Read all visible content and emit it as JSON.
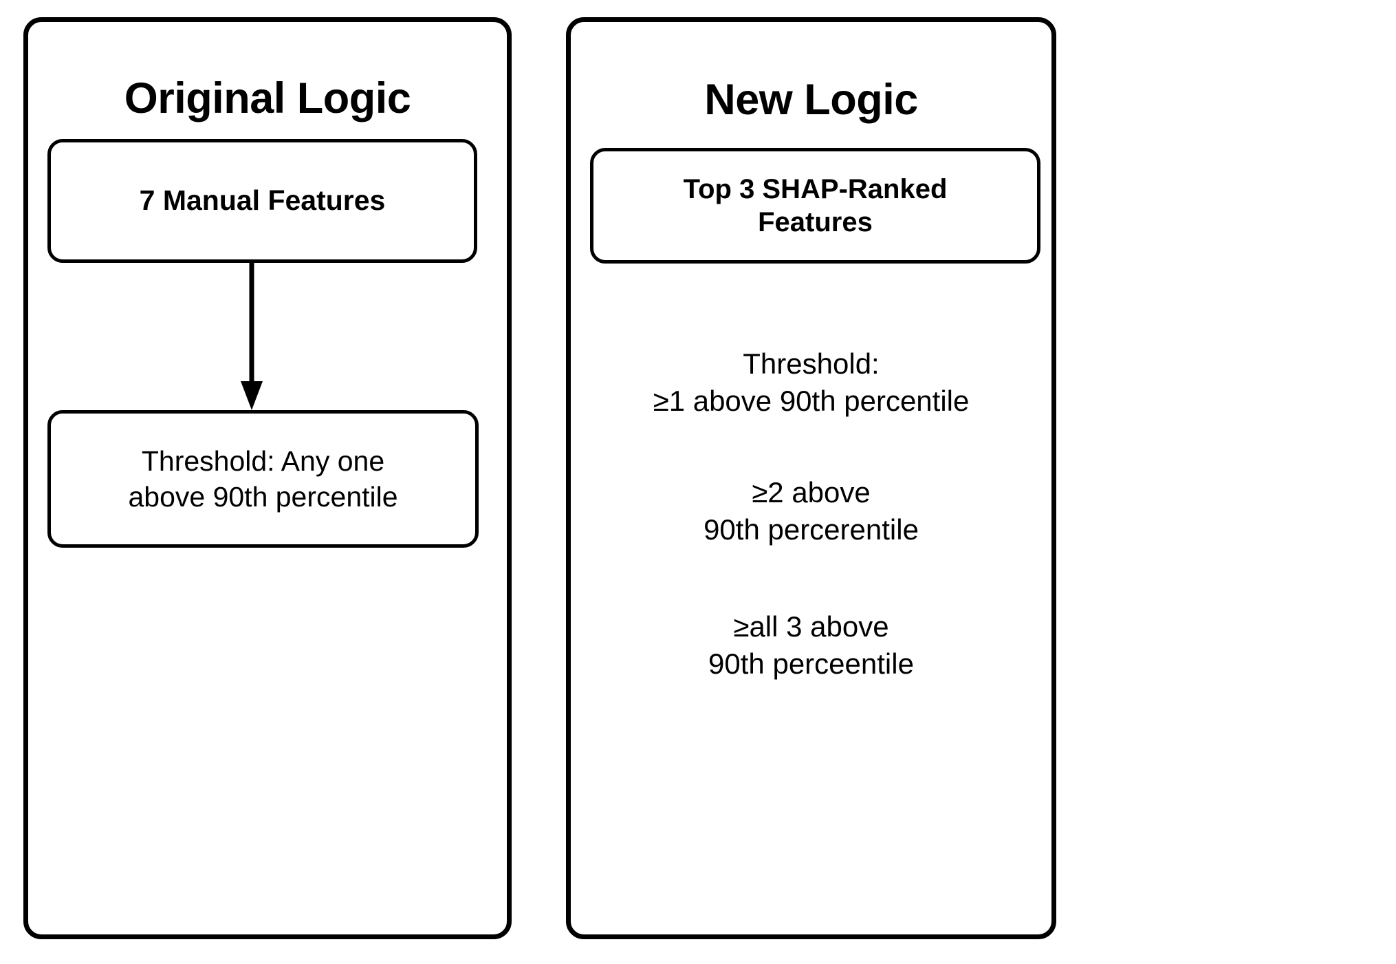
{
  "diagram": {
    "background_color": "#ffffff",
    "stroke_color": "#000000"
  },
  "panels": {
    "original": {
      "title": "Original Logic",
      "boxes": [
        {
          "name": "manual-features",
          "text": "7 Manual Features"
        },
        {
          "name": "threshold-any-one",
          "text": "Threshold: Any one\nabove 90th percentile"
        }
      ],
      "connector": {
        "name": "arrow-down",
        "from": "manual-features",
        "to": "threshold-any-one",
        "style": "solid-line-with-filled-arrowhead",
        "direction": "down"
      }
    },
    "new": {
      "title": "New Logic",
      "boxes": [
        {
          "name": "shap-features",
          "text": "Top 3 SHAP-Ranked\nFeatures"
        }
      ],
      "text_groups": [
        {
          "name": "threshold-one",
          "text": "Threshold:\n≥1 above 90th percentile"
        },
        {
          "name": "threshold-two",
          "text": "≥2 above\n90th percerentile"
        },
        {
          "name": "threshold-all",
          "text": "≥all 3 above\n90th perceentile"
        }
      ]
    }
  }
}
